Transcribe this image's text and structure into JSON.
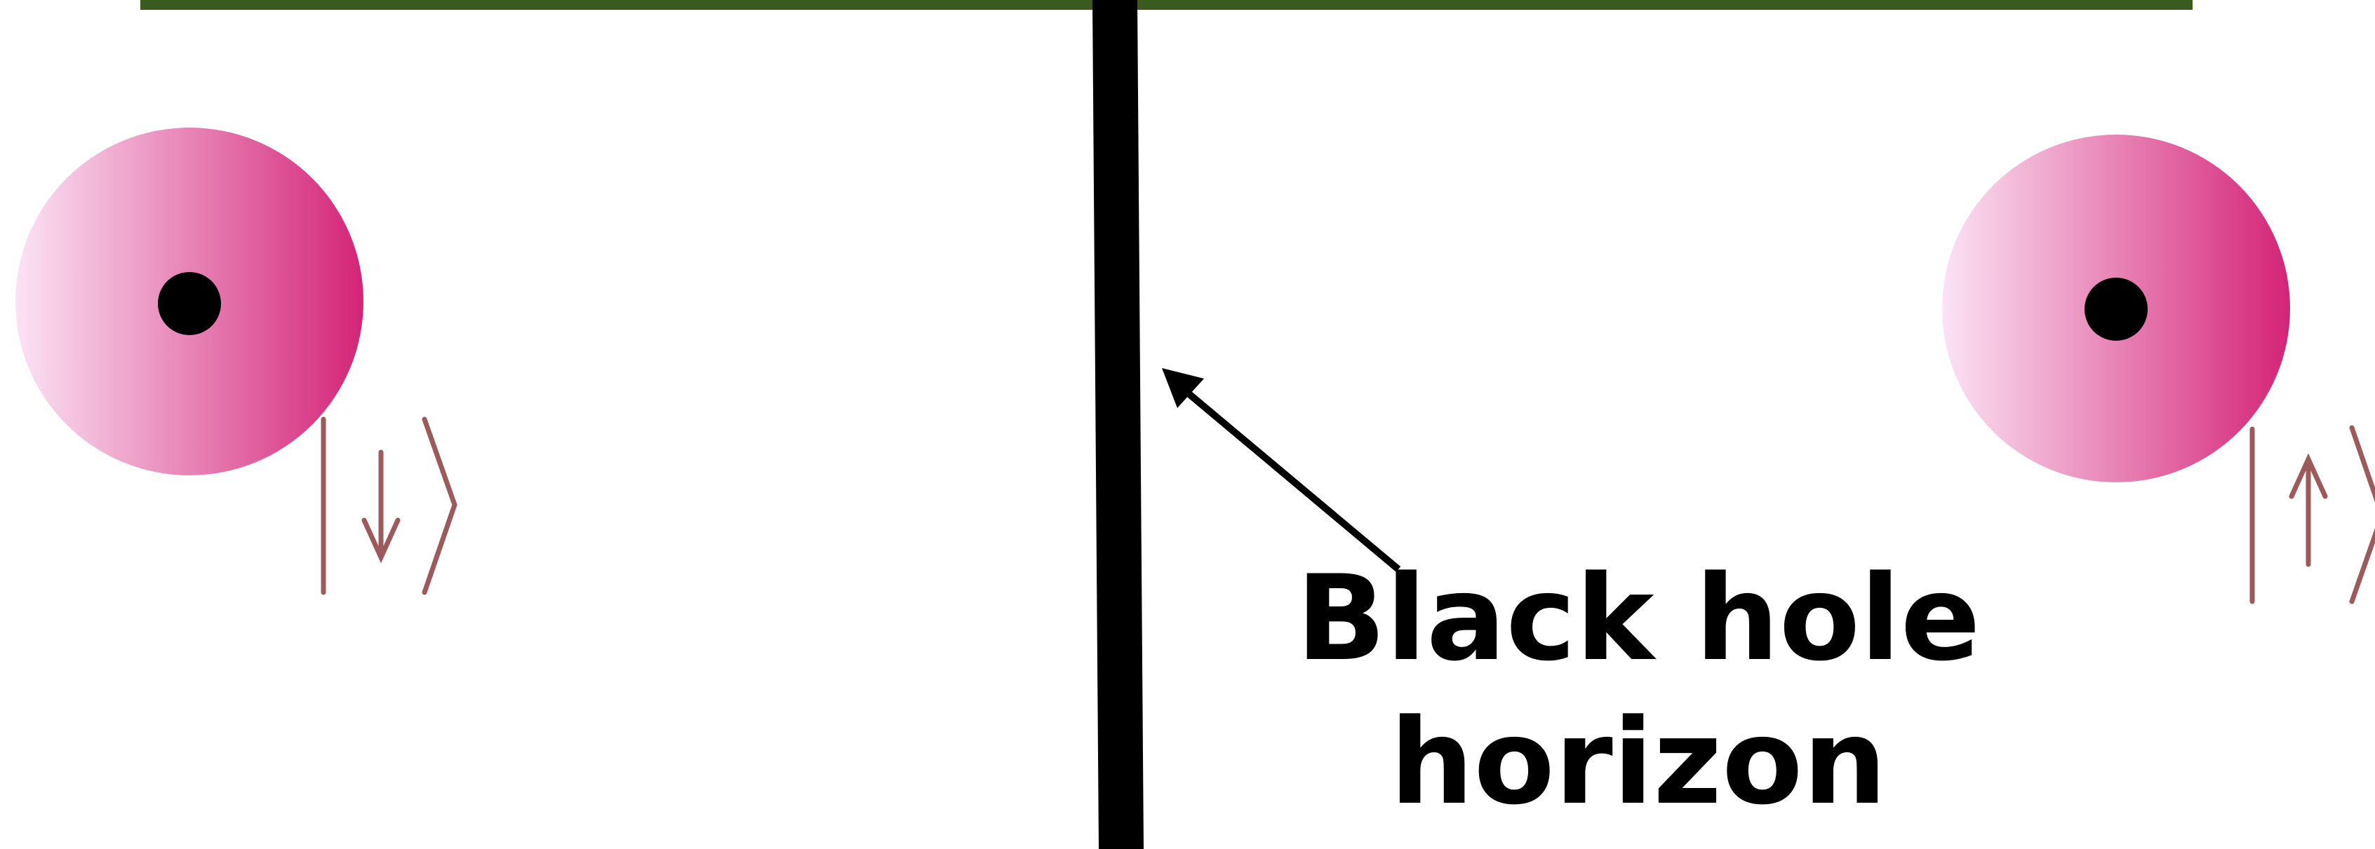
{
  "diagram": {
    "label_line1": "Black hole",
    "label_line2": "horizon"
  },
  "colors": {
    "top_bar": "#3b5a1f",
    "horizon_line": "#000000",
    "arrow": "#000000",
    "particle_gradient_light": "#fbe3f4",
    "particle_gradient_dark": "#d42477",
    "particle_core": "#000000",
    "ket_notation": "#9c5a5a"
  },
  "left_particle": {
    "state": "spin-down ket",
    "arrow_direction": "down"
  },
  "right_particle": {
    "state": "spin-up ket",
    "arrow_direction": "up"
  }
}
